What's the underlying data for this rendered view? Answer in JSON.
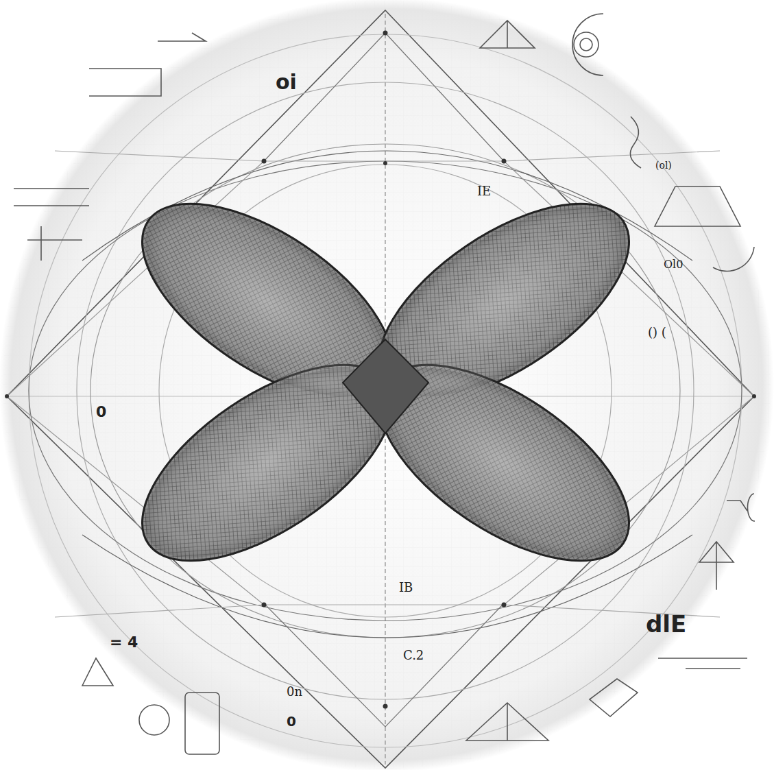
{
  "diagram": {
    "labels": [
      "oi",
      "dlE",
      "= 4",
      "C.2",
      "IB",
      "0",
      "0",
      "(ol)",
      "Ol0",
      "0n",
      "IE",
      "() ("
    ]
  }
}
